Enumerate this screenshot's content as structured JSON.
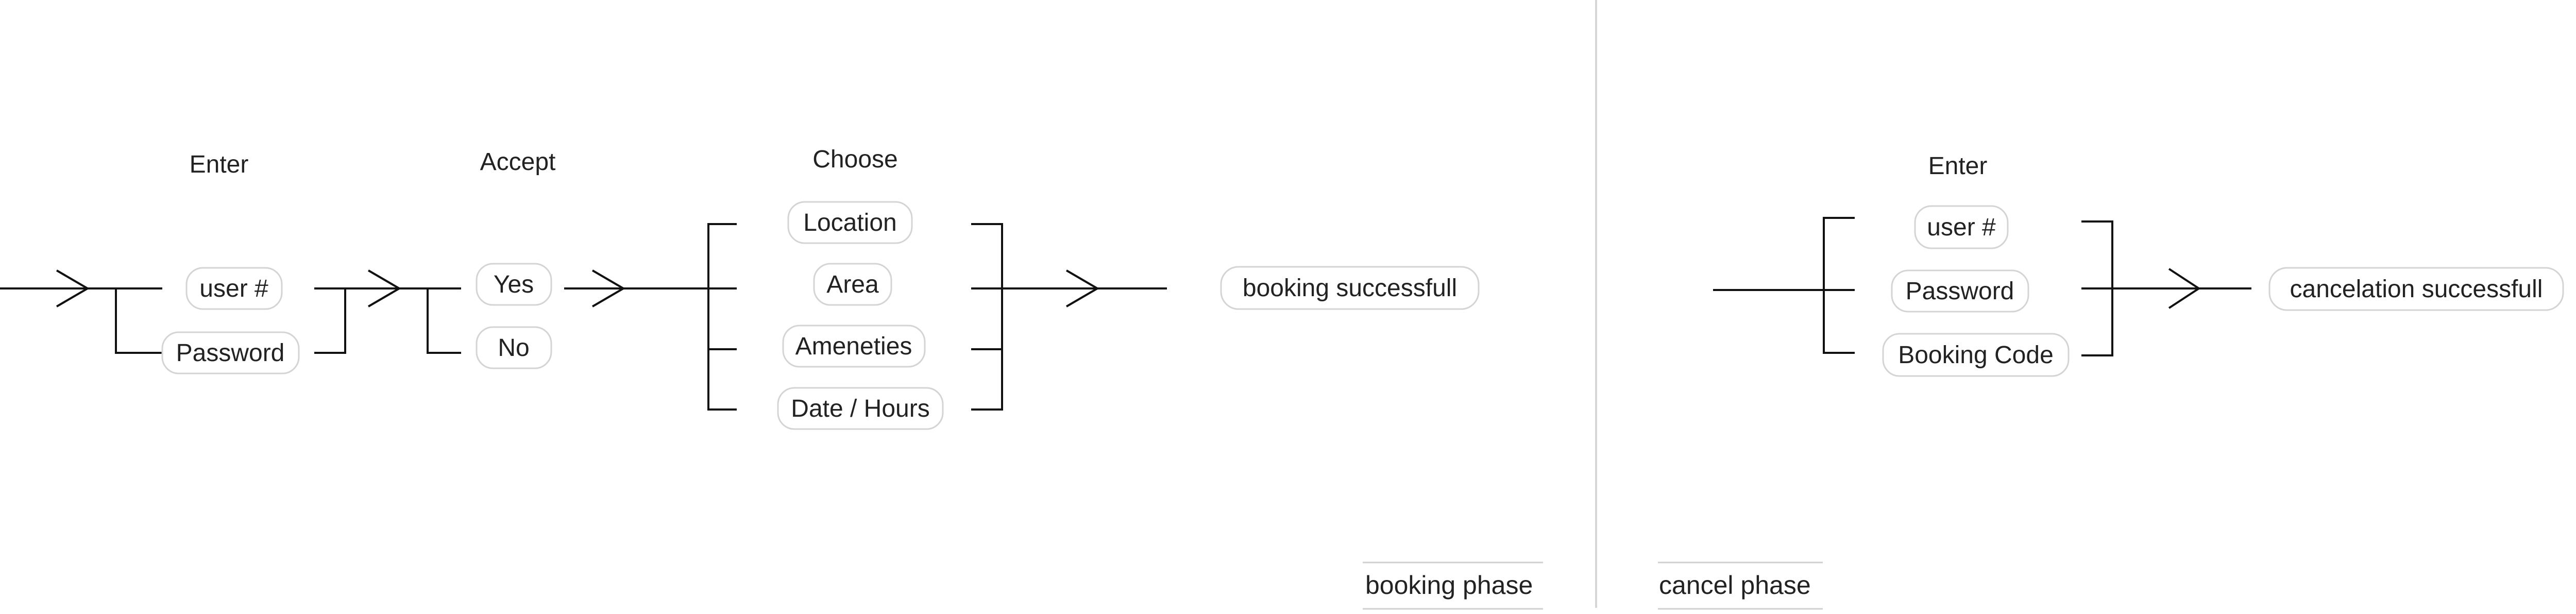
{
  "booking": {
    "enter": {
      "heading": "Enter",
      "items": [
        "user #",
        "Password"
      ]
    },
    "accept": {
      "heading": "Accept",
      "items": [
        "Yes",
        "No"
      ]
    },
    "choose": {
      "heading": "Choose",
      "items": [
        "Location",
        "Area",
        "Ameneties",
        "Date / Hours"
      ]
    },
    "result": "booking successfull",
    "phase_label": "booking phase"
  },
  "cancel": {
    "enter": {
      "heading": "Enter",
      "items": [
        "user #",
        "Password",
        "Booking Code"
      ]
    },
    "result": "cancelation successfull",
    "phase_label": "cancel phase"
  },
  "colors": {
    "line": "#111111",
    "pill_border": "#d4d4d4",
    "divider": "#d6d6d6",
    "text": "#222222"
  }
}
